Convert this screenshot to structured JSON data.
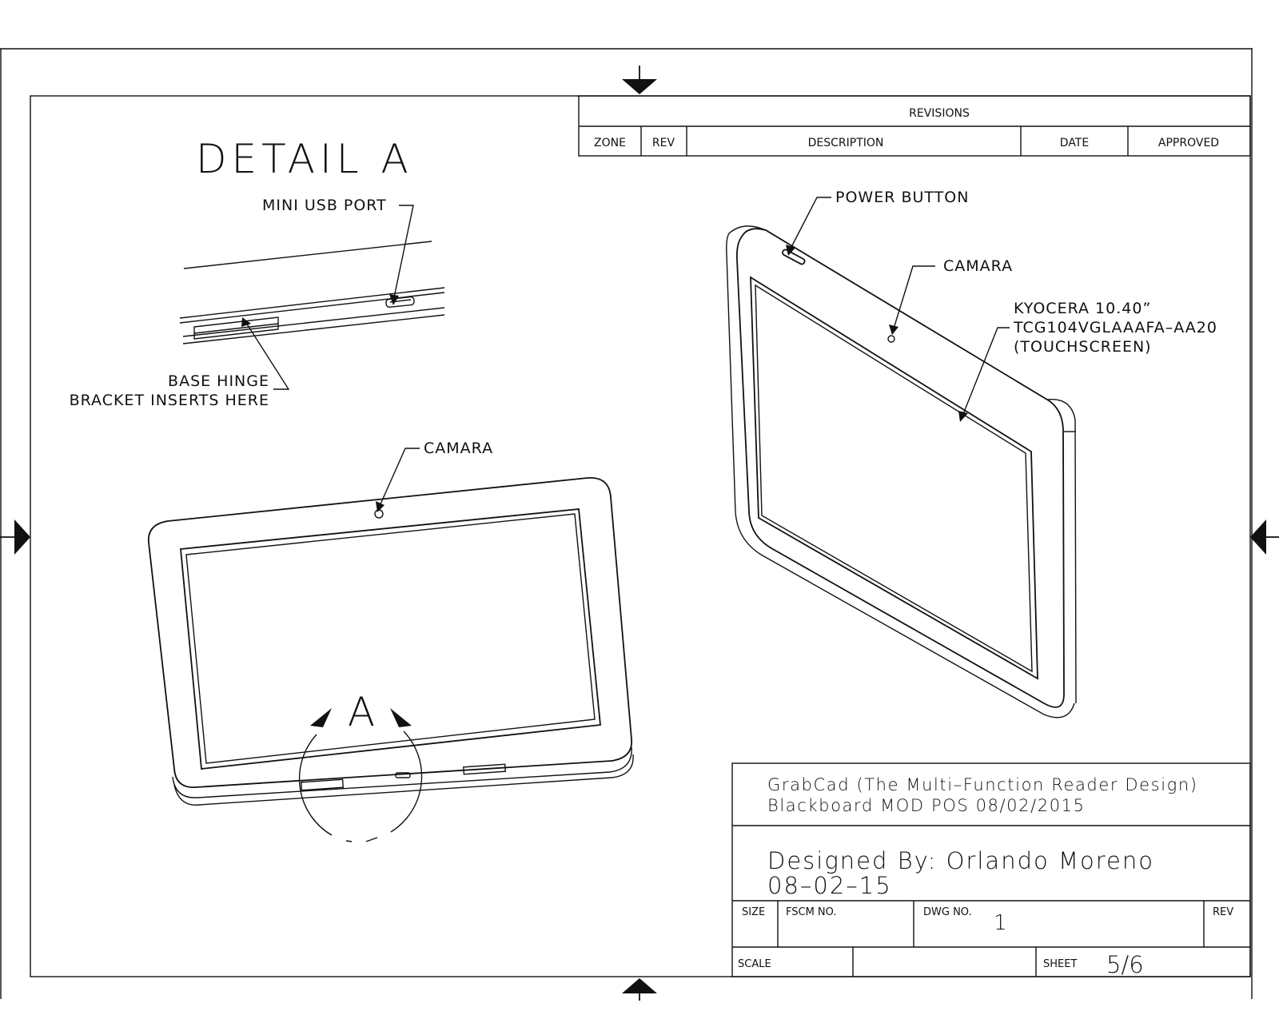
{
  "revisions": {
    "title": "REVISIONS",
    "headers": {
      "zone": "ZONE",
      "rev": "REV",
      "description": "DESCRIPTION",
      "date": "DATE",
      "approved": "APPROVED"
    }
  },
  "detail": {
    "title": "DETAIL A",
    "usb_label": "MINI USB PORT",
    "hinge_label_1": "BASE HINGE",
    "hinge_label_2": "BRACKET INSERTS HERE"
  },
  "front_view": {
    "camera_label": "CAMARA",
    "detail_marker": "A"
  },
  "iso_view": {
    "power_label": "POWER BUTTON",
    "camera_label": "CAMARA",
    "screen_line_1": "KYOCERA 10.40”",
    "screen_line_2": "TCG104VGLAAAFA–AA20",
    "screen_line_3": "(TOUCHSCREEN)"
  },
  "title_block": {
    "project_line_1": "GrabCad (The Multi–Function Reader Design)",
    "project_line_2": "Blackboard MOD POS 08/02/2015",
    "designer_line": "Designed By: Orlando Moreno",
    "design_date": "08–02–15",
    "size_label": "SIZE",
    "fscm_label": "FSCM NO.",
    "dwg_label": "DWG NO.",
    "dwg_value": "1",
    "rev_label": "REV",
    "scale_label": "SCALE",
    "sheet_label": "SHEET",
    "sheet_value": "5/6"
  }
}
